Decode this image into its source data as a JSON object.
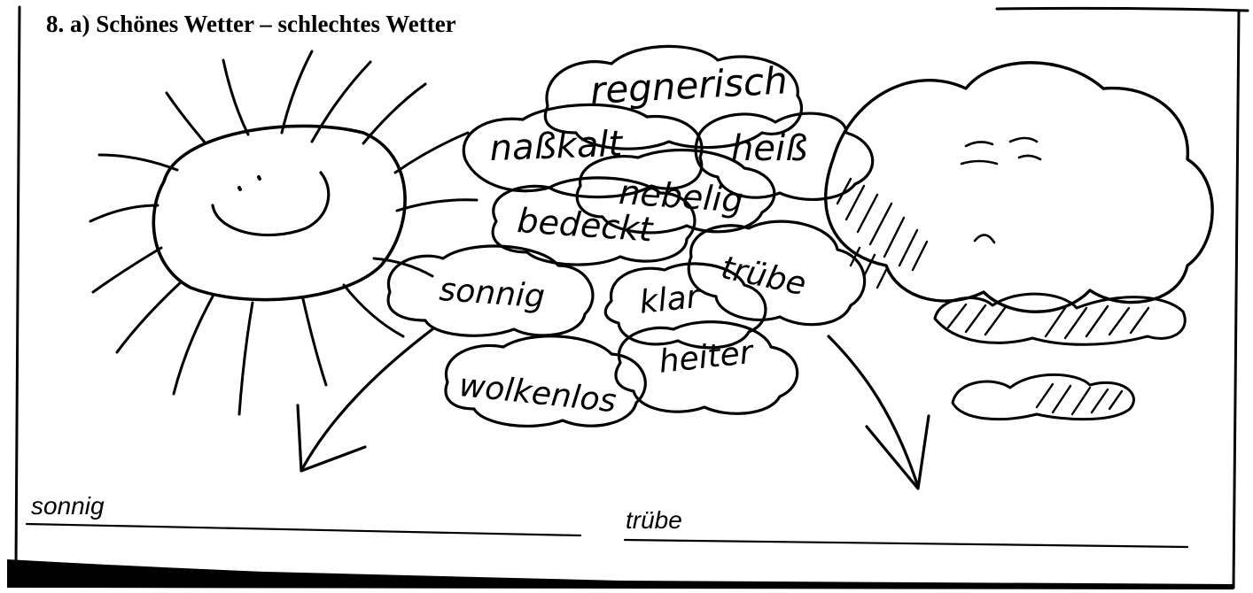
{
  "title": "8. a) Schönes Wetter – schlechtes Wetter",
  "words": [
    "regnerisch",
    "naßkalt",
    "heiß",
    "nebelig",
    "bedeckt",
    "trübe",
    "sonnig",
    "klar",
    "heiter",
    "wolkenlos"
  ],
  "answers": [
    "sonnig",
    "trübe"
  ]
}
